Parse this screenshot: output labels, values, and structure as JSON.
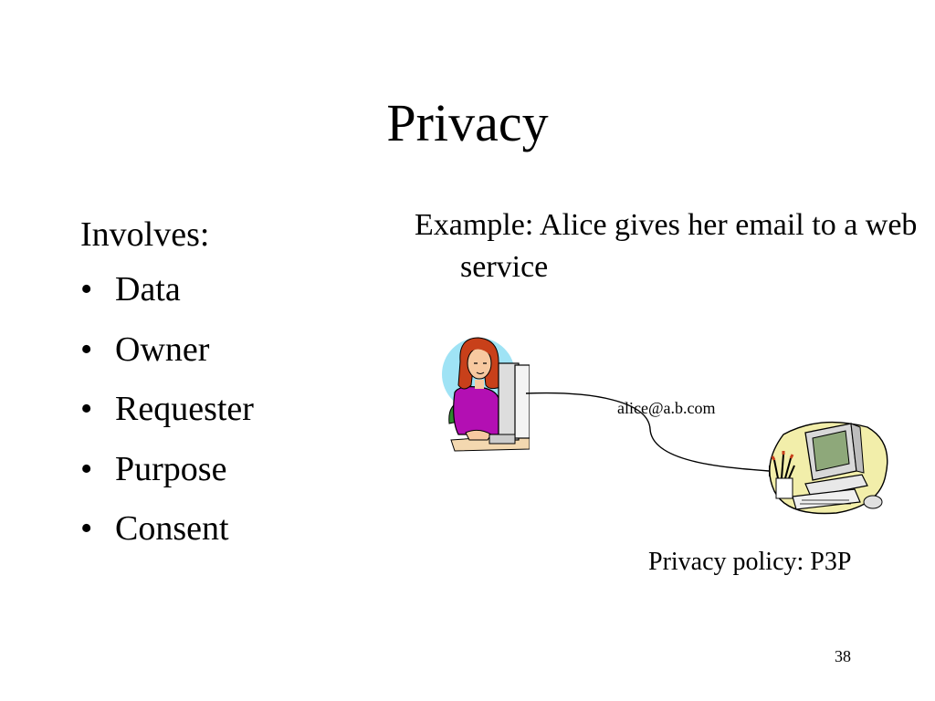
{
  "slide": {
    "title": "Privacy",
    "left": {
      "heading": "Involves:",
      "bullet_char": "•",
      "items": [
        "Data",
        "Owner",
        "Requester",
        "Purpose",
        "Consent"
      ]
    },
    "example": "Example: Alice gives her email to a web service",
    "diagram": {
      "arrow_label": "alice@a.b.com",
      "user_icon": "woman-at-computer-icon",
      "server_icon": "computer-server-icon"
    },
    "policy": "Privacy policy: P3P",
    "page_number": "38"
  },
  "colors": {
    "shirt": "#b30fb3",
    "hair": "#c8401a",
    "skin": "#f7c9a0",
    "monitor_screen": "#8ea87a",
    "blob_bg": "#f2eeaa",
    "halo": "#9fe3f5"
  }
}
